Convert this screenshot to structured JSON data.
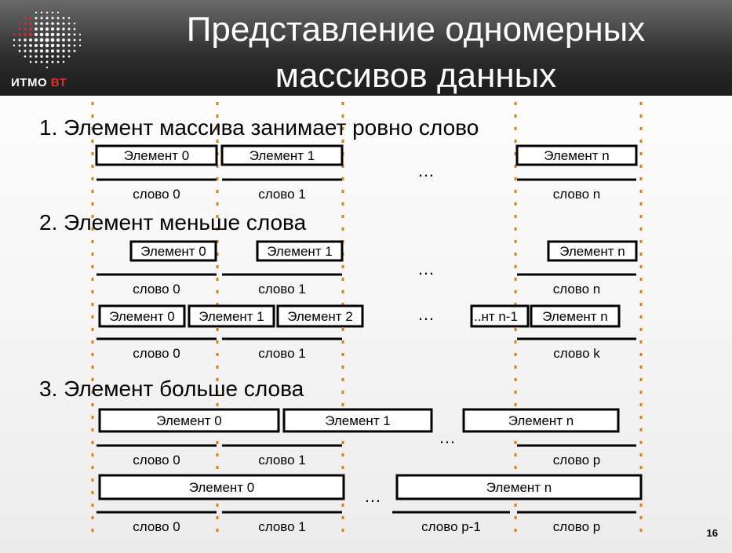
{
  "header": {
    "logo_text_main": "ИТМО",
    "logo_text_accent": "ВТ",
    "title_line1": "Представление одномерных",
    "title_line2": "массивов данных"
  },
  "page_number": "16",
  "colors": {
    "accent_guides": "#e07a1e",
    "logo_red": "#e03030",
    "header_dark": "#2a2a2a"
  },
  "diagram": {
    "sections": [
      {
        "heading": "1. Элемент массива занимает ровно слово",
        "rows": [
          {
            "elements": [
              "Элемент 0",
              "Элемент 1",
              "Элемент n"
            ],
            "words": [
              "слово 0",
              "слово 1",
              "слово n"
            ],
            "ellipsis": "…"
          }
        ]
      },
      {
        "heading": "2. Элемент меньше слова",
        "rows": [
          {
            "elements": [
              "Элемент 0",
              "Элемент 1",
              "Элемент n"
            ],
            "words": [
              "слово 0",
              "слово 1",
              "слово n"
            ],
            "ellipsis": "…"
          },
          {
            "elements": [
              "Элемент 0",
              "Элемент 1",
              "Элемент 2",
              "..нт n-1",
              "Элемент n"
            ],
            "words": [
              "слово 0",
              "слово 1",
              "слово k"
            ],
            "ellipsis": "…"
          }
        ]
      },
      {
        "heading": "3. Элемент больше слова",
        "rows": [
          {
            "elements": [
              "Элемент 0",
              "Элемент 1",
              "Элемент n"
            ],
            "words": [
              "слово 0",
              "слово 1",
              "слово p"
            ],
            "ellipsis": "…"
          },
          {
            "elements": [
              "Элемент 0",
              "Элемент n"
            ],
            "words": [
              "слово 0",
              "слово 1",
              "слово p-1",
              "слово p"
            ],
            "ellipsis": "…"
          }
        ]
      }
    ]
  }
}
